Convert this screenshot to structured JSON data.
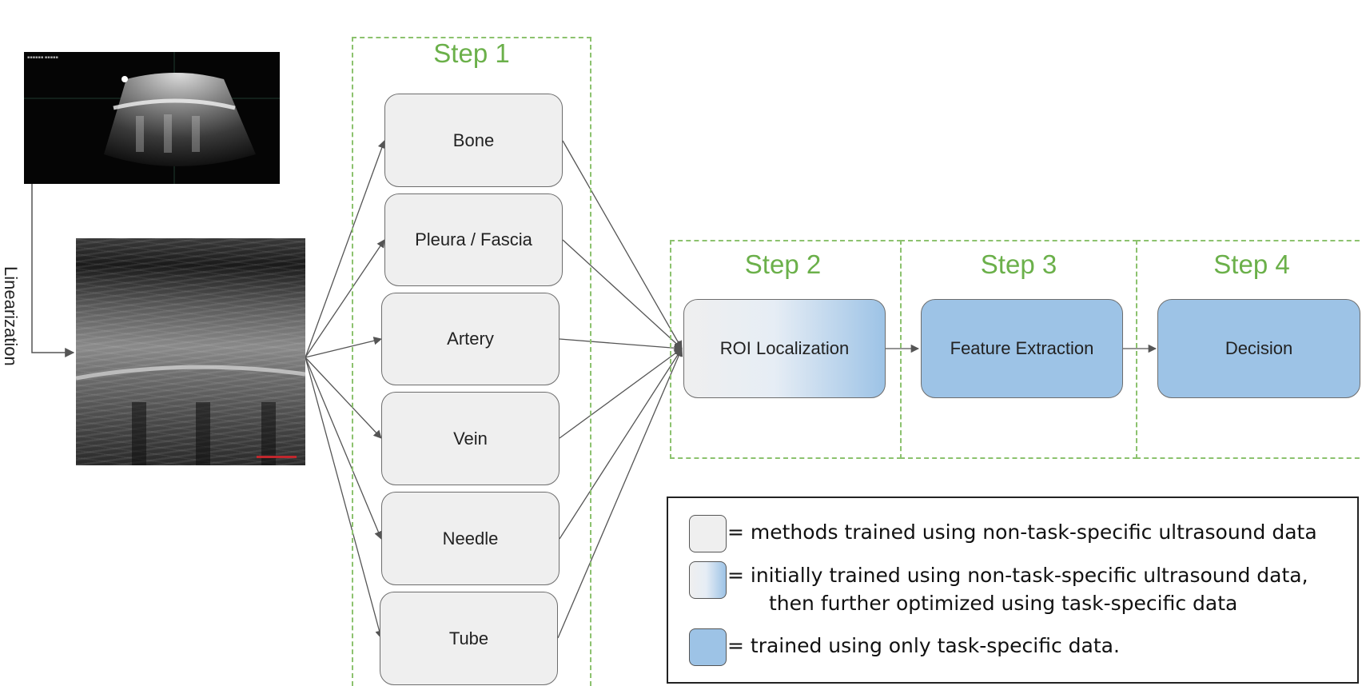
{
  "linearization_label": "Linearization",
  "steps": {
    "step1": "Step 1",
    "step2": "Step 2",
    "step3": "Step 3",
    "step4": "Step 4"
  },
  "step1_boxes": [
    "Bone",
    "Pleura / Fascia",
    "Artery",
    "Vein",
    "Needle",
    "Tube"
  ],
  "pipeline": {
    "roi": "ROI Localization",
    "feature": "Feature Extraction",
    "decision": "Decision"
  },
  "legend": {
    "line1": "= methods trained using non-task-specific ultrasound data",
    "line2a": "= initially trained using non-task-specific ultrasound data,",
    "line2b": "then further optimized using task-specific data",
    "line3": "= trained using only task-specific data."
  },
  "colors": {
    "dashed_green": "#8cc26e",
    "step_title_green": "#6bb04a",
    "gray_box": "#efefef",
    "blue_box": "#9dc3e6"
  }
}
